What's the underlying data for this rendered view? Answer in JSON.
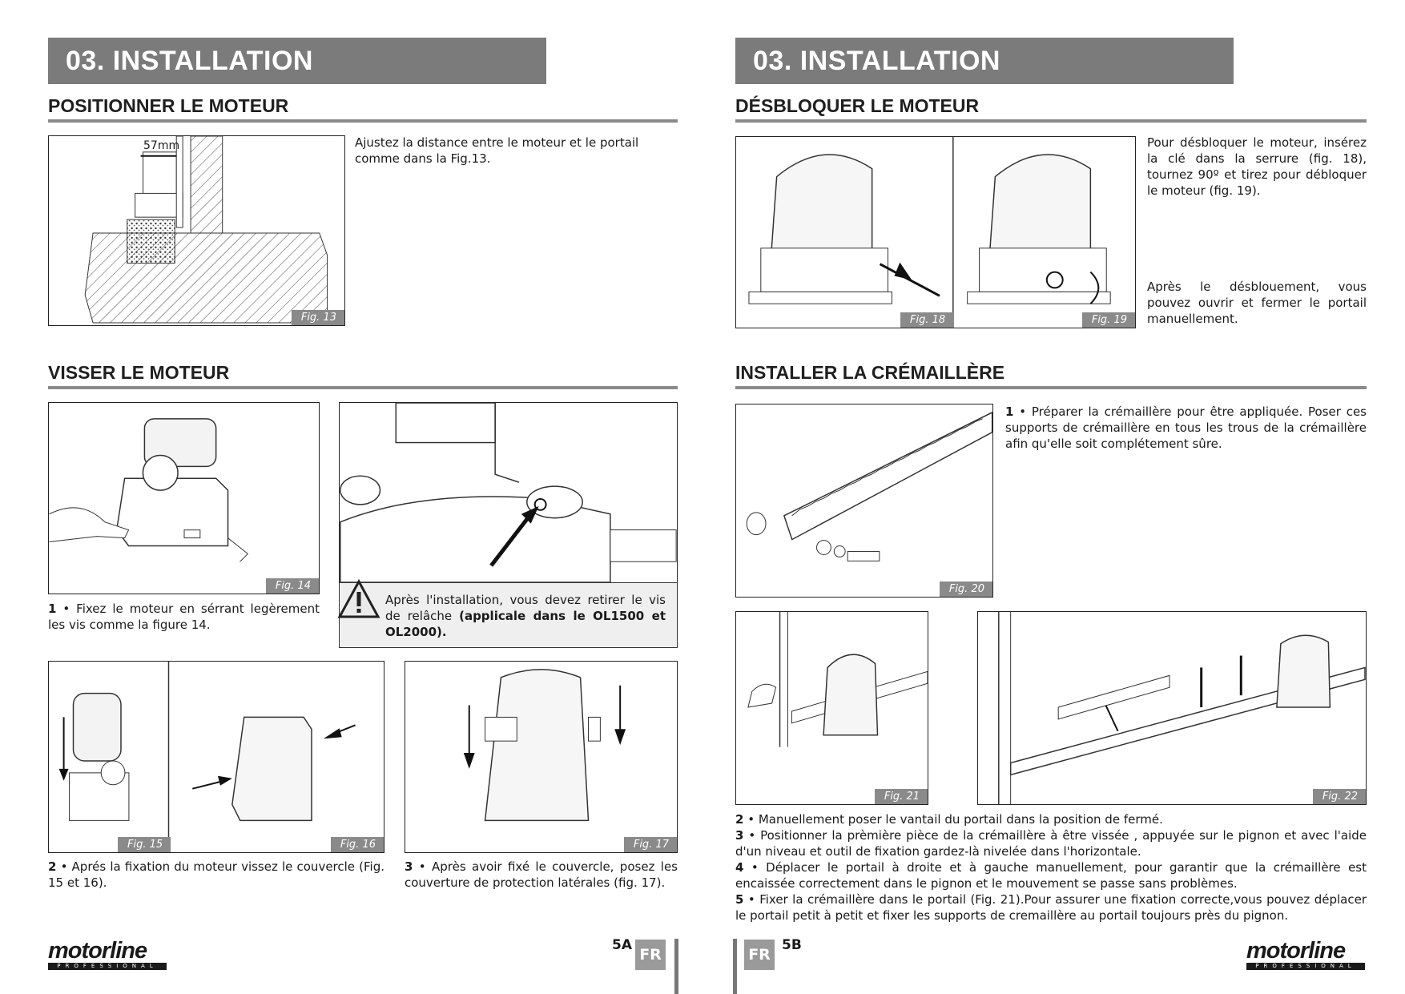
{
  "left": {
    "banner": "03. INSTALLATION",
    "sec1_title": "POSITIONNER LE MOTEUR",
    "fig13_label": "Fig. 13",
    "fig13_dim": "57mm",
    "sec1_text": "Ajustez la distance entre le moteur et le portail comme dans la Fig.13.",
    "sec2_title": "VISSER LE MOTEUR",
    "fig14_label": "Fig. 14",
    "step1_num": "1",
    "step1_text": " • Fixez le moteur en sérrant legèrement les vis comme la figure 14.",
    "warn_text": "Après l'installation, vous devez retirer le vis de relâche ",
    "warn_bold": "(applicale dans le OL1500 et OL2000).",
    "fig15_label": "Fig. 15",
    "fig16_label": "Fig. 16",
    "fig17_label": "Fig. 17",
    "step2_num": "2",
    "step2_text": " • Aprés la fixation du moteur vissez le couvercle (Fig. 15 et 16).",
    "step3_num": "3",
    "step3_text": " • Après avoir fixé le couvercle, posez les couverture de protection latérales (fig. 17).",
    "page_num": "5A",
    "lang": "FR",
    "logo": "motorline",
    "logo_sub": "PROFESSIONAL"
  },
  "right": {
    "banner": "03. INSTALLATION",
    "sec1_title": "DÉSBLOQUER LE MOTEUR",
    "fig18_label": "Fig. 18",
    "fig19_label": "Fig. 19",
    "unlock_text1": "Pour désbloquer le moteur, insérez la clé dans la serrure (fig. 18), tournez 90º et tirez pour débloquer le moteur (fig. 19).",
    "unlock_text2": "Après le désblouement, vous pouvez ouvrir et fermer le portail manuellement.",
    "sec2_title": "INSTALLER LA CRÉMAILLÈRE",
    "fig20_label": "Fig. 20",
    "step1_num": "1",
    "step1_text": " • Préparer la crémaillère pour être appliquée. Poser ces supports de crémaillère en tous les trous de la crémaillère afin qu'elle soit complétement sûre.",
    "fig21_label": "Fig. 21",
    "fig22_label": "Fig. 22",
    "step2_num": "2",
    "step2_text": " • Manuellement poser le vantail du portail dans la position de fermé.",
    "step3_num": "3",
    "step3_text": " • Positionner la prèmière pièce de la crémaillère à être vissée , appuyée sur le pignon et avec l'aide d'un niveau et outil de fixation gardez-là nivelée dans l'horizontale.",
    "step4_num": "4",
    "step4_text": " • Déplacer le portail à droite et à gauche manuellement, pour garantir que la crémaillère est encaissée correctement dans le pignon et le mouvement se passe sans problèmes.",
    "step5_num": "5",
    "step5_text": " • Fixer la crémaillère dans le portail (Fig. 21).Pour assurer une fixation correcte,vous pouvez déplacer le portail petit à petit et fixer les supports de cremaillère au portail toujours près du pignon.",
    "page_num": "5B",
    "lang": "FR",
    "logo": "motorline",
    "logo_sub": "PROFESSIONAL"
  }
}
